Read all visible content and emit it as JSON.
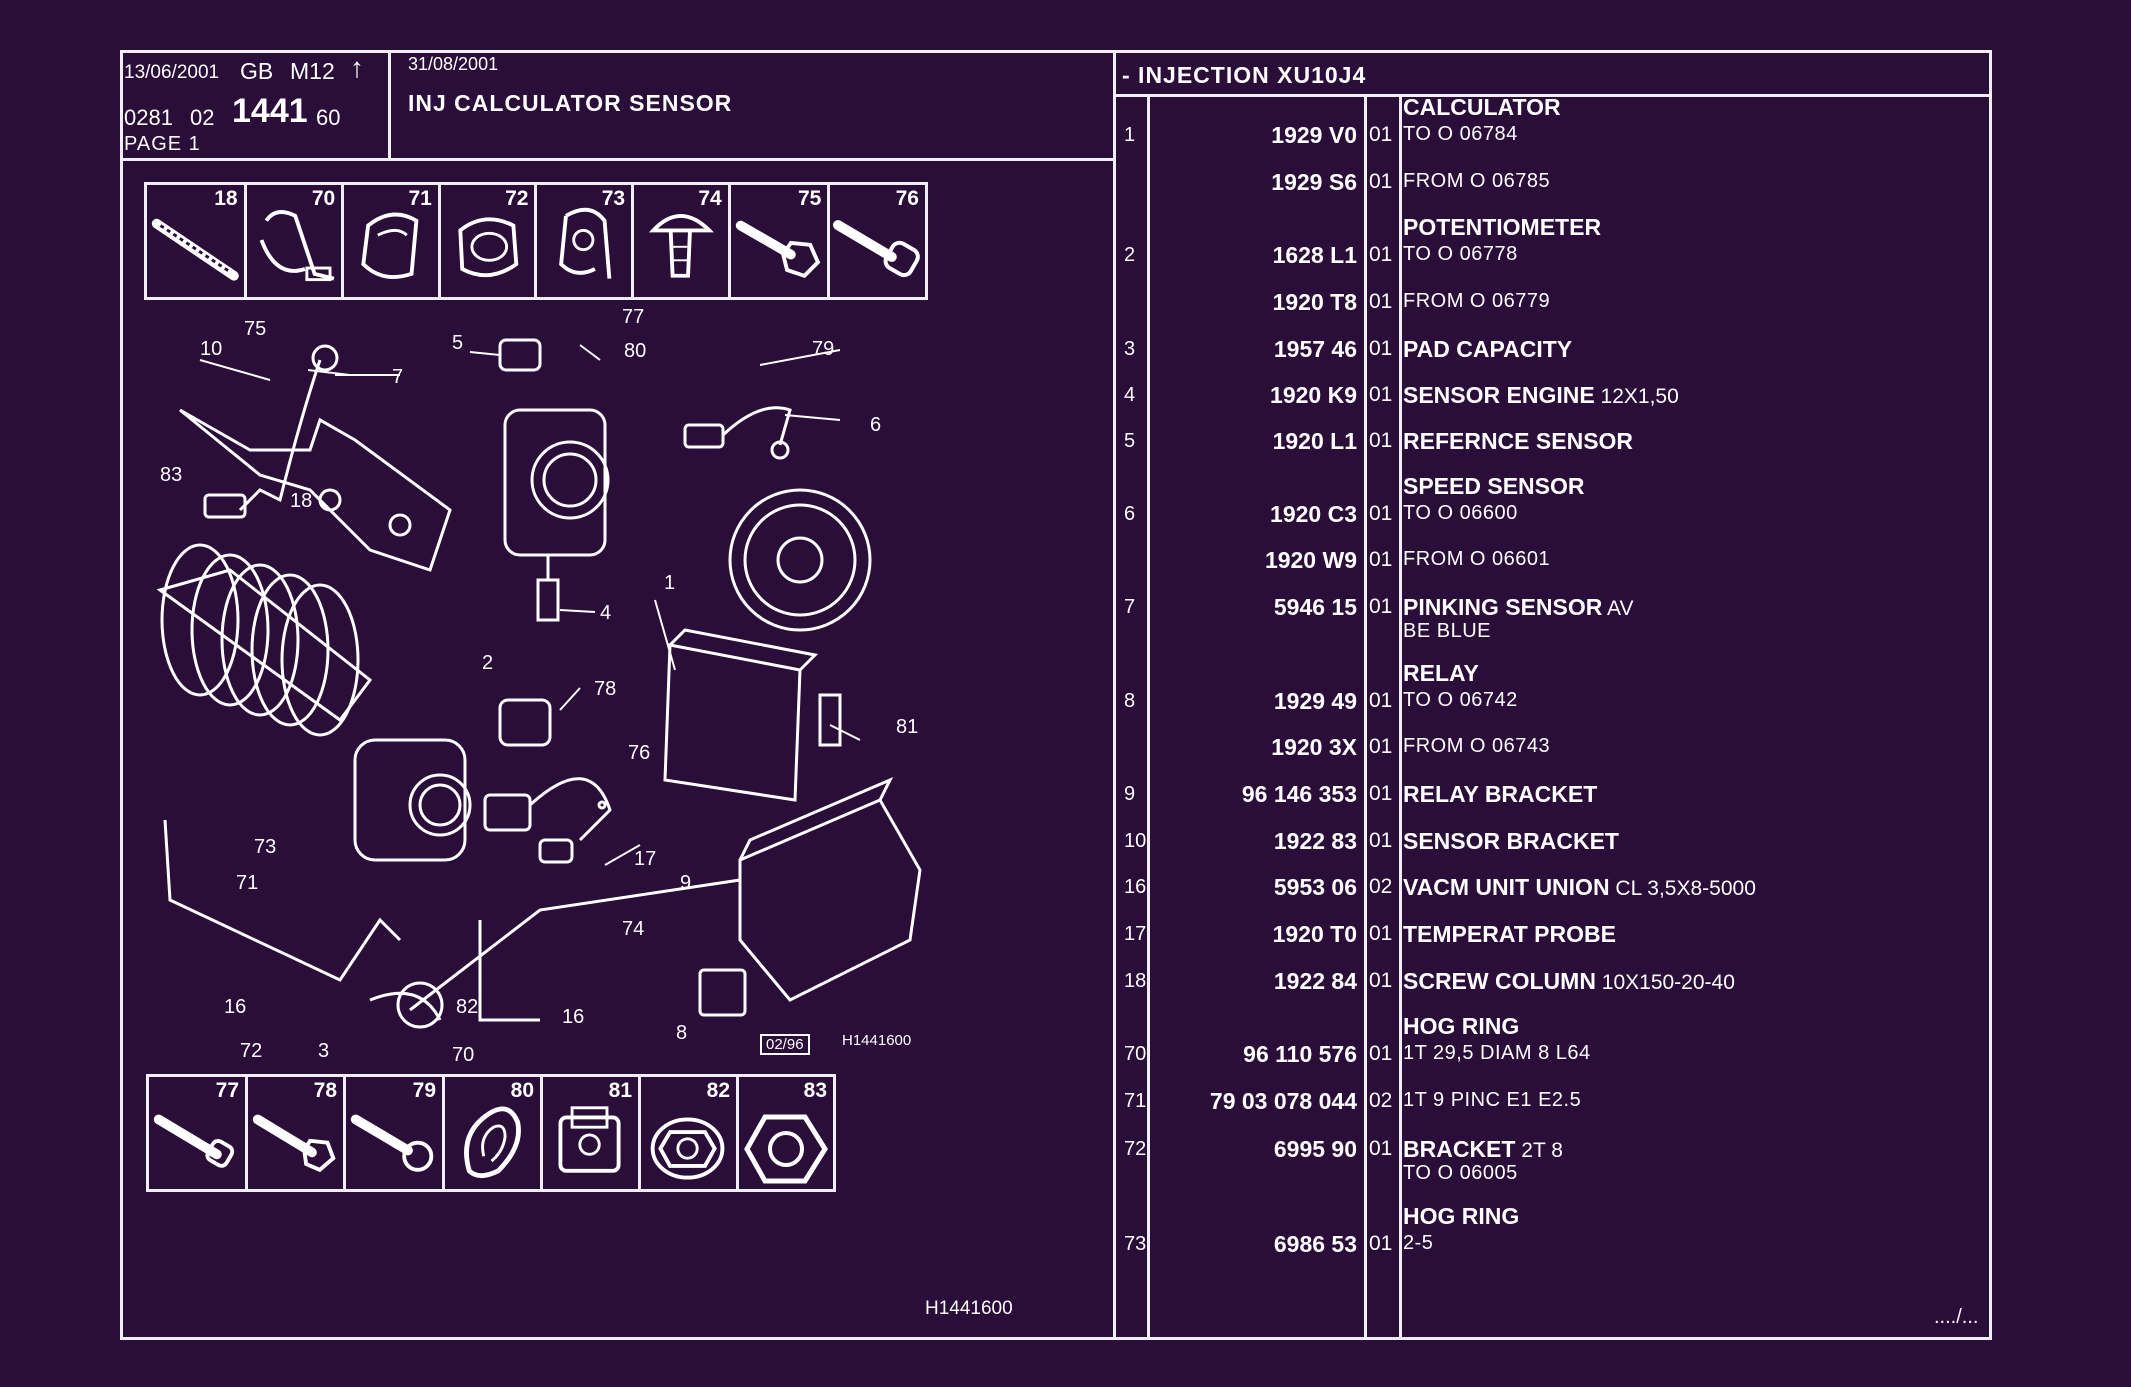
{
  "header": {
    "date1": "13/06/2001",
    "country": "GB",
    "model": "M12",
    "code_a": "0281",
    "code_b": "02",
    "code_main": "1441",
    "code_c": "60",
    "page": "PAGE 1",
    "date2": "31/08/2001",
    "title": "INJ CALCULATOR SENSOR",
    "section": "- INJECTION XU10J4"
  },
  "top_thumbs": [
    "18",
    "70",
    "71",
    "72",
    "73",
    "74",
    "75",
    "76"
  ],
  "bottom_thumbs": [
    "77",
    "78",
    "79",
    "80",
    "81",
    "82",
    "83"
  ],
  "diagram": {
    "callouts": [
      "75",
      "10",
      "7",
      "5",
      "77",
      "80",
      "79",
      "6",
      "83",
      "18",
      "4",
      "1",
      "2",
      "78",
      "81",
      "76",
      "73",
      "71",
      "17",
      "9",
      "74",
      "16",
      "82",
      "16",
      "72",
      "3",
      "70",
      "8"
    ],
    "stamp": "02/96",
    "ref_small": "H1441600",
    "ref_bottom": "H1441600"
  },
  "parts": [
    {
      "n": "1",
      "ref": "1929 V0",
      "qty": "01",
      "title": "CALCULATOR",
      "suffix": "",
      "sub": "TO  O  06784"
    },
    {
      "n": "",
      "ref": "1929 S6",
      "qty": "01",
      "title": "",
      "suffix": "",
      "sub": "FROM  O  06785"
    },
    {
      "n": "2",
      "ref": "1628 L1",
      "qty": "01",
      "title": "POTENTIOMETER",
      "suffix": "",
      "sub": "TO  O  06778"
    },
    {
      "n": "",
      "ref": "1920 T8",
      "qty": "01",
      "title": "",
      "suffix": "",
      "sub": "FROM  O  06779"
    },
    {
      "n": "3",
      "ref": "1957 46",
      "qty": "01",
      "title": "PAD CAPACITY",
      "suffix": "",
      "sub": ""
    },
    {
      "n": "4",
      "ref": "1920 K9",
      "qty": "01",
      "title": "SENSOR ENGINE",
      "suffix": "12X1,50",
      "sub": ""
    },
    {
      "n": "5",
      "ref": "1920 L1",
      "qty": "01",
      "title": "REFERNCE SENSOR",
      "suffix": "",
      "sub": ""
    },
    {
      "n": "6",
      "ref": "1920 C3",
      "qty": "01",
      "title": "SPEED SENSOR",
      "suffix": "",
      "sub": "TO  O  06600"
    },
    {
      "n": "",
      "ref": "1920 W9",
      "qty": "01",
      "title": "",
      "suffix": "",
      "sub": "FROM  O  06601"
    },
    {
      "n": "7",
      "ref": "5946 15",
      "qty": "01",
      "title": "PINKING SENSOR",
      "suffix": "AV",
      "sub": "BE BLUE"
    },
    {
      "n": "8",
      "ref": "1929 49",
      "qty": "01",
      "title": "RELAY",
      "suffix": "",
      "sub": "TO  O  06742"
    },
    {
      "n": "",
      "ref": "1920 3X",
      "qty": "01",
      "title": "",
      "suffix": "",
      "sub": "FROM  O  06743"
    },
    {
      "n": "9",
      "ref": "96 146 353",
      "qty": "01",
      "title": "RELAY BRACKET",
      "suffix": "",
      "sub": ""
    },
    {
      "n": "10",
      "ref": "1922 83",
      "qty": "01",
      "title": "SENSOR BRACKET",
      "suffix": "",
      "sub": ""
    },
    {
      "n": "16",
      "ref": "5953 06",
      "qty": "02",
      "title": "VACM UNIT UNION",
      "suffix": "CL 3,5X8-5000",
      "sub": ""
    },
    {
      "n": "17",
      "ref": "1920 T0",
      "qty": "01",
      "title": "TEMPERAT PROBE",
      "suffix": "",
      "sub": ""
    },
    {
      "n": "18",
      "ref": "1922 84",
      "qty": "01",
      "title": "SCREW COLUMN",
      "suffix": "10X150-20-40",
      "sub": ""
    },
    {
      "n": "70",
      "ref": "96 110 576",
      "qty": "01",
      "title": "HOG RING",
      "suffix": "",
      "sub": "1T 29,5 DIAM 8 L64"
    },
    {
      "n": "71",
      "ref": "79 03 078 044",
      "qty": "02",
      "title": "",
      "suffix": "",
      "sub": "1T 9 PINC E1 E2.5"
    },
    {
      "n": "72",
      "ref": "6995 90",
      "qty": "01",
      "title": "BRACKET",
      "suffix": "2T 8",
      "sub": "TO  O  06005"
    },
    {
      "n": "73",
      "ref": "6986 53",
      "qty": "01",
      "title": "HOG RING",
      "suffix": "",
      "sub": "2-5"
    }
  ],
  "continued": "..../..."
}
